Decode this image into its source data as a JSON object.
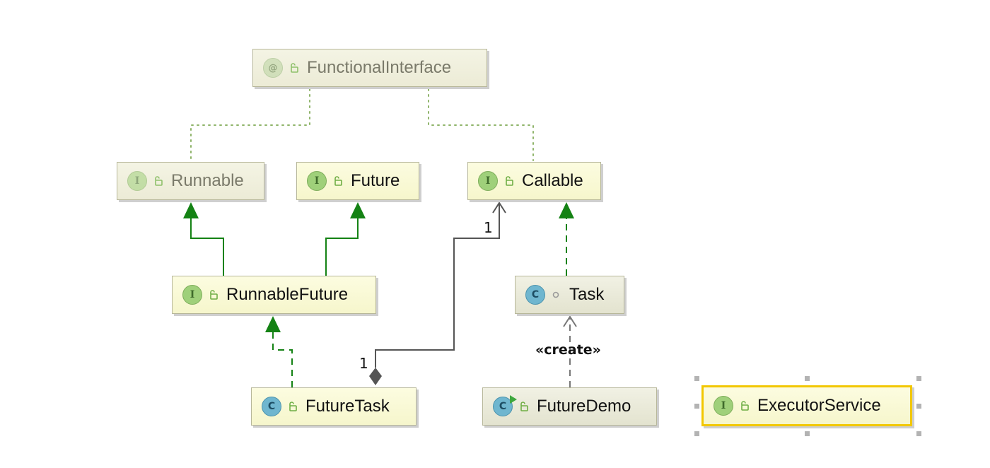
{
  "nodes": {
    "functional_interface": {
      "badge": "@",
      "label": "FunctionalInterface"
    },
    "runnable": {
      "badge": "I",
      "label": "Runnable"
    },
    "future": {
      "badge": "I",
      "label": "Future"
    },
    "callable": {
      "badge": "I",
      "label": "Callable"
    },
    "runnable_future": {
      "badge": "I",
      "label": "RunnableFuture"
    },
    "task": {
      "badge": "C",
      "label": "Task"
    },
    "future_task": {
      "badge": "C",
      "label": "FutureTask"
    },
    "future_demo": {
      "badge": "C",
      "label": "FutureDemo"
    },
    "executor_service": {
      "badge": "I",
      "label": "ExecutorService"
    }
  },
  "edge_labels": {
    "callable_end_multiplicity": "1",
    "futuretask_end_multiplicity": "1",
    "create_stereotype": "«create»"
  },
  "icons": {
    "interface": "interface-icon",
    "class": "class-icon",
    "annotation": "annotation-icon",
    "public_visibility": "open-lock-icon",
    "package_visibility": "dot-icon"
  },
  "colors": {
    "realization_arrow": "#148214",
    "association_line": "#555555",
    "dependency_line": "#777777",
    "annotation_link": "#8fb46a",
    "selection_border": "#f2c700",
    "node_fill": "#f6f6cc"
  }
}
